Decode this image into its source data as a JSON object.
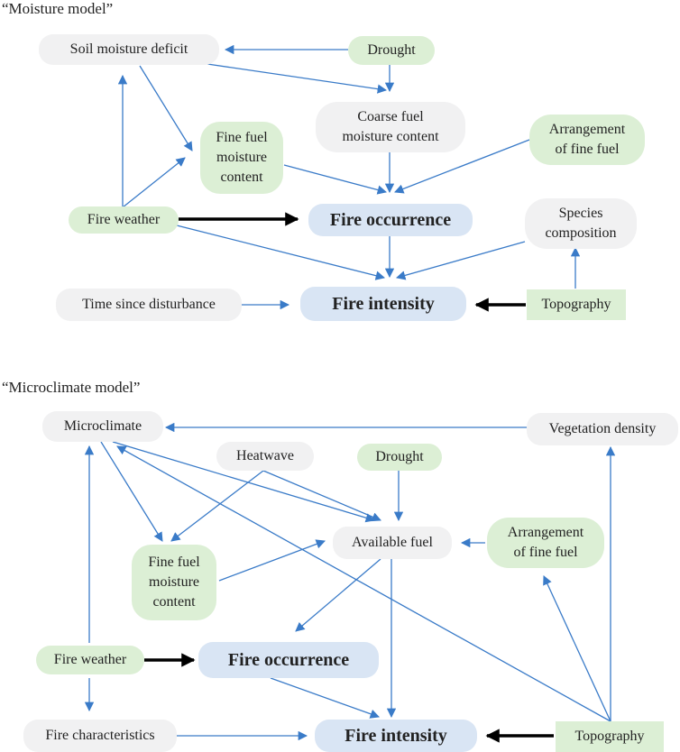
{
  "moisture": {
    "title": "“Moisture model”",
    "nodes": {
      "soil_moisture_deficit": "Soil moisture deficit",
      "drought": "Drought",
      "coarse_fuel": [
        "Coarse fuel",
        "moisture content"
      ],
      "fine_fuel": [
        "Fine fuel",
        "moisture",
        "content"
      ],
      "arrangement": [
        "Arrangement",
        "of fine fuel"
      ],
      "fire_weather": "Fire weather",
      "fire_occurrence": "Fire occurrence",
      "species": [
        "Species",
        "composition"
      ],
      "time_since": "Time since disturbance",
      "fire_intensity": "Fire intensity",
      "topography": "Topography"
    }
  },
  "microclimate": {
    "title": "“Microclimate model”",
    "nodes": {
      "microclimate": "Microclimate",
      "vegetation_density": "Vegetation density",
      "heatwave": "Heatwave",
      "drought": "Drought",
      "available_fuel": "Available fuel",
      "arrangement": [
        "Arrangement",
        "of fine fuel"
      ],
      "fine_fuel": [
        "Fine fuel",
        "moisture",
        "content"
      ],
      "fire_weather": "Fire weather",
      "fire_occurrence": "Fire occurrence",
      "fire_characteristics": "Fire characteristics",
      "fire_intensity": "Fire intensity",
      "topography": "Topography"
    }
  },
  "colors": {
    "grey_node": "#f1f1f2",
    "green_node": "#dcefd5",
    "blue_node": "#d9e5f4",
    "thin_arrow": "#3a7bc8",
    "thick_arrow": "#000000"
  }
}
